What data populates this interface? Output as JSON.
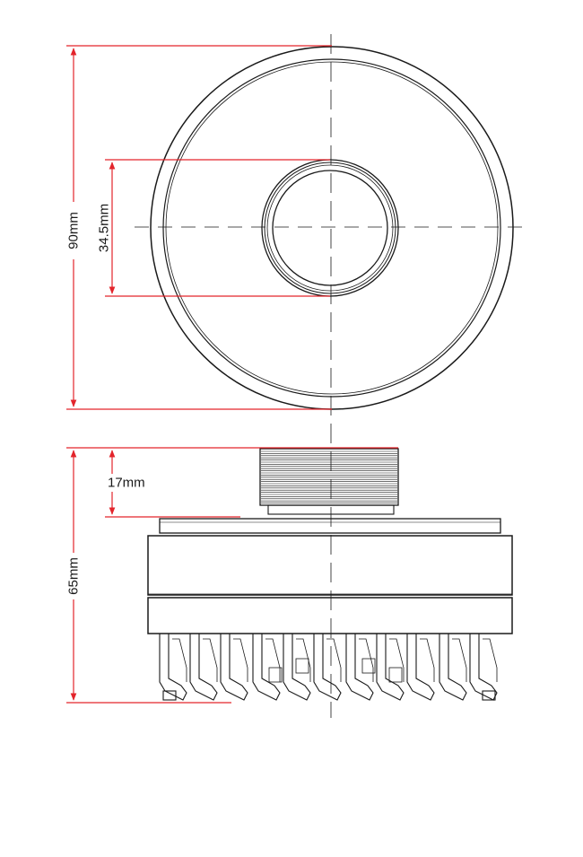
{
  "dimensions": {
    "overall_diameter": "90mm",
    "throat_diameter": "34.5mm",
    "thread_height": "17mm",
    "overall_height": "65mm"
  },
  "colors": {
    "dimension_line": "#e3242b",
    "outline": "#1a1a1a",
    "background": "#ffffff"
  }
}
